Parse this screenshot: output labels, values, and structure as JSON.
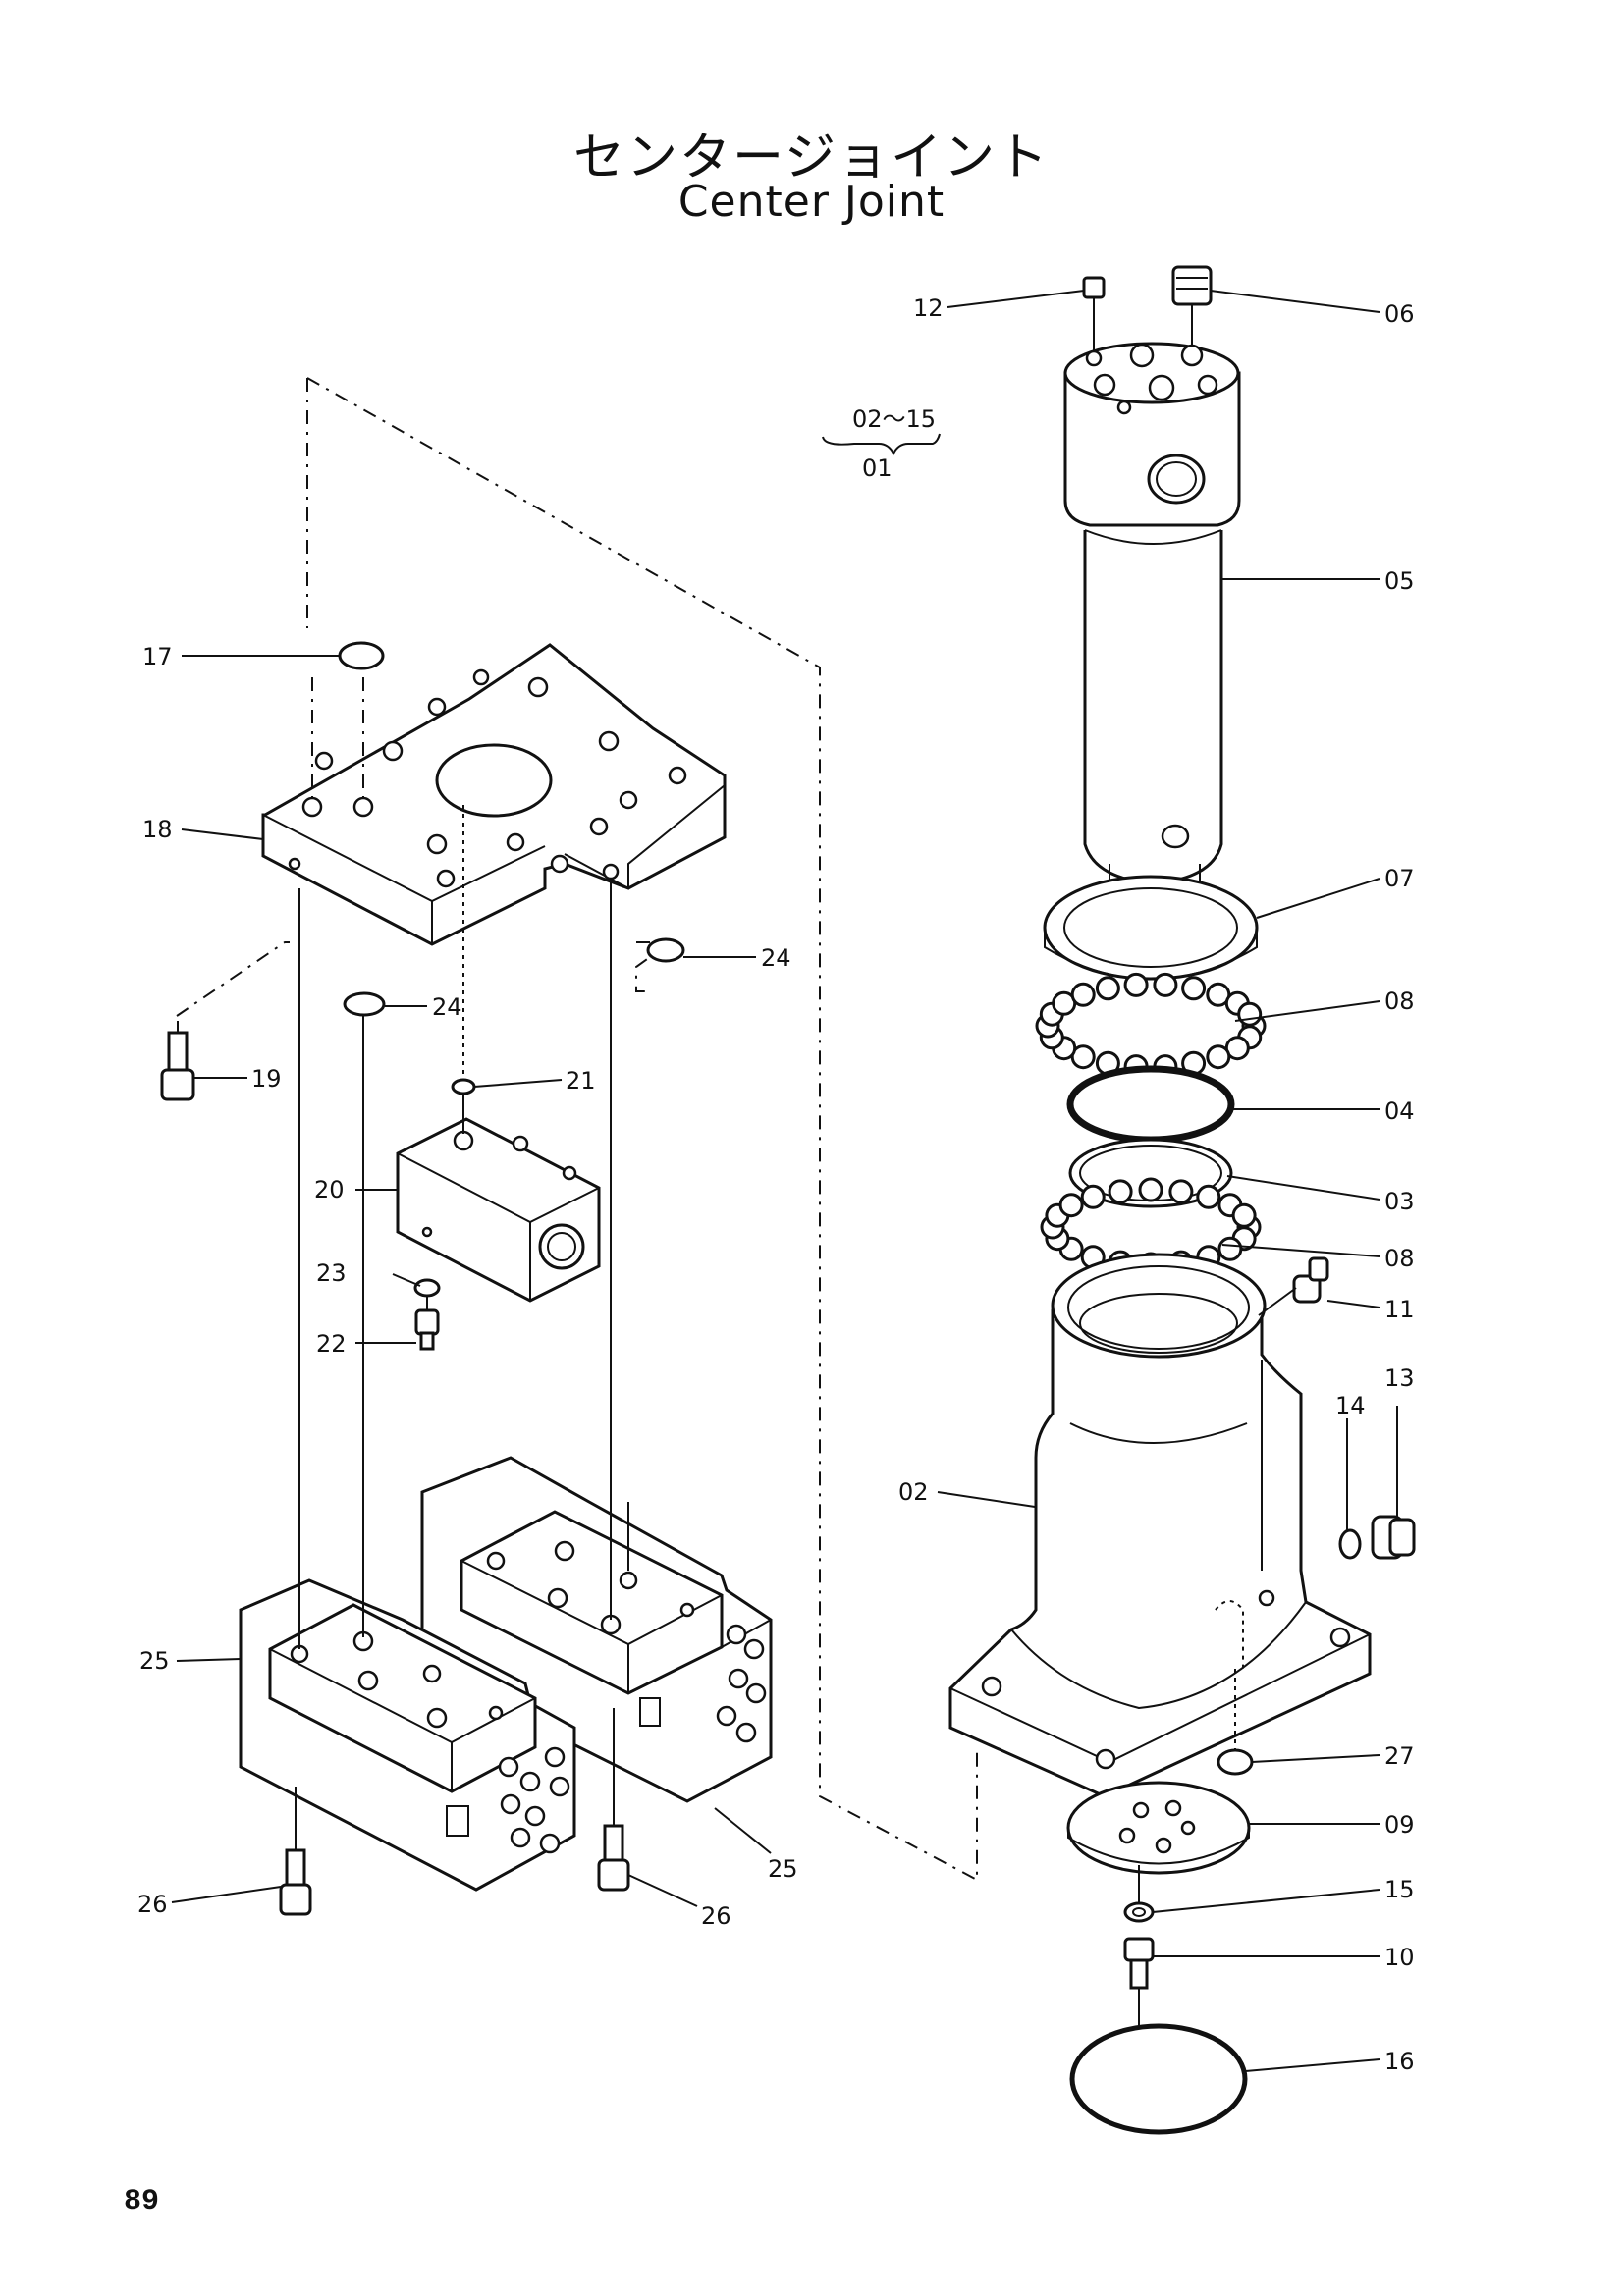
{
  "title": {
    "japanese": "センタージョイント",
    "english": "Center Joint"
  },
  "page_number": "89",
  "range_note": {
    "top": "02～15",
    "bottom": "01"
  },
  "labels": {
    "l02": "02",
    "l03": "03",
    "l04": "04",
    "l05": "05",
    "l06": "06",
    "l07": "07",
    "l08a": "08",
    "l08b": "08",
    "l09": "09",
    "l10": "10",
    "l11": "11",
    "l12": "12",
    "l13": "13",
    "l14": "14",
    "l15": "15",
    "l16": "16",
    "l17": "17",
    "l18": "18",
    "l19": "19",
    "l20": "20",
    "l21": "21",
    "l22": "22",
    "l23": "23",
    "l24a": "24",
    "l24b": "24",
    "l25a": "25",
    "l25b": "25",
    "l26a": "26",
    "l26b": "26",
    "l27": "27"
  }
}
